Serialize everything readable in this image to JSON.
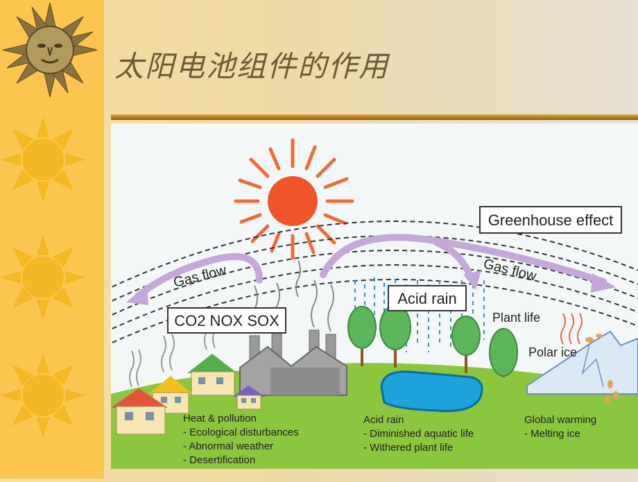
{
  "slide": {
    "title": "太阳电池组件的作用"
  },
  "diagram": {
    "labels": {
      "greenhouse": "Greenhouse effect",
      "gas_flow_left": "Gas flow",
      "gas_flow_right": "Gas flow",
      "pollutants": "CO2 NOX SOX",
      "acid_rain": "Acid rain",
      "plant_life": "Plant life",
      "polar_ice": "Polar ice"
    },
    "captions": {
      "heat": {
        "title": "Heat & pollution",
        "items": [
          "- Ecological disturbances",
          "- Abnormal weather",
          "- Desertification"
        ]
      },
      "acid": {
        "title": "Acid rain",
        "items": [
          "- Diminished aquatic life",
          "- Withered plant life"
        ]
      },
      "global": {
        "title": "Global warming",
        "items": [
          "- Melting ice"
        ]
      }
    },
    "colors": {
      "sun": "#f0552a",
      "sun_rays": "#ef6c3a",
      "hill": "#8cc63f",
      "arrow": "#c3a8d8",
      "rain": "#3a8fd8",
      "water": "#1ea2dc",
      "tree": "#5bb55a",
      "factory": "#9a9a9a",
      "ice": "#dbe8f6"
    }
  },
  "decor": {
    "sun_icon_color": "#f3b826",
    "face_sun_color": "#8a7240"
  }
}
